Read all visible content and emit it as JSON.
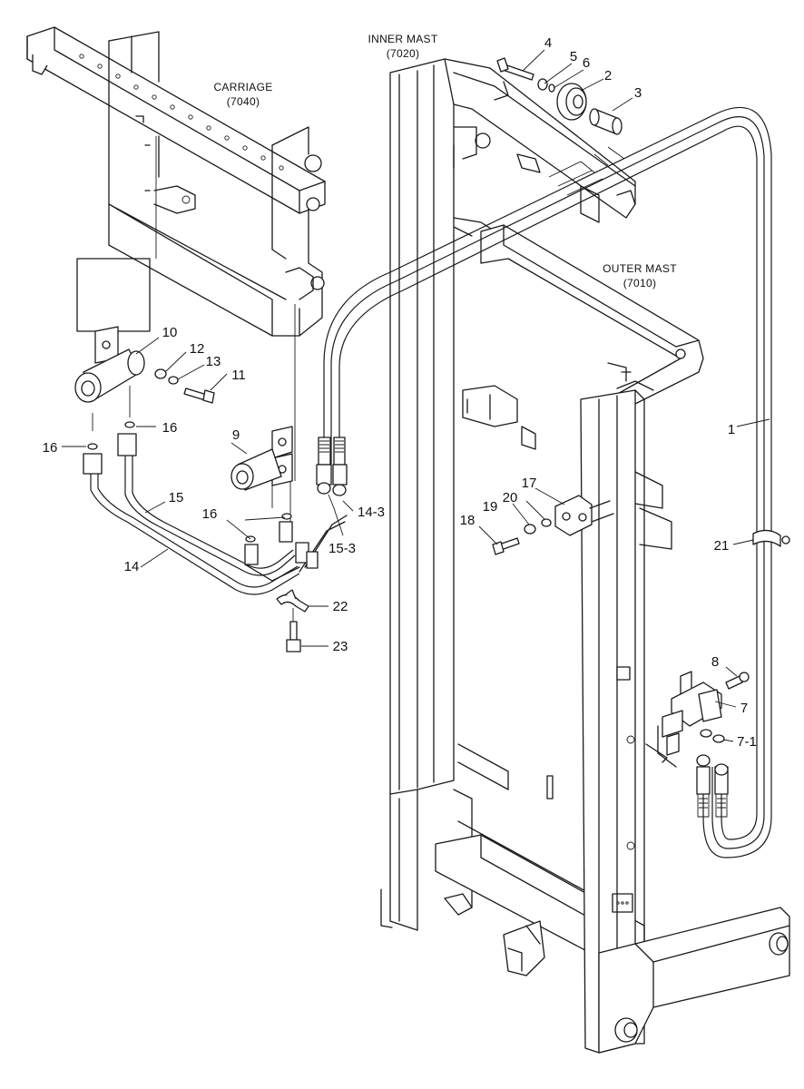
{
  "titles": {
    "carriage": [
      "CARRIAGE",
      "(7040)"
    ],
    "inner_mast": [
      "INNER MAST",
      "(7020)"
    ],
    "outer_mast": [
      "OUTER MAST",
      "(7010)"
    ]
  },
  "part_labels": {
    "p1": "1",
    "p2": "2",
    "p3": "3",
    "p4": "4",
    "p5": "5",
    "p6": "6",
    "p7": "7",
    "p7_1": "7-1",
    "p8": "8",
    "p9": "9",
    "p10": "10",
    "p11": "11",
    "p12": "12",
    "p13": "13",
    "p14": "14",
    "p14_3": "14-3",
    "p15": "15",
    "p15_3": "15-3",
    "p16a": "16",
    "p16b": "16",
    "p16c": "16",
    "p17": "17",
    "p18": "18",
    "p19": "19",
    "p20": "20",
    "p21": "21",
    "p22": "22",
    "p23": "23"
  }
}
